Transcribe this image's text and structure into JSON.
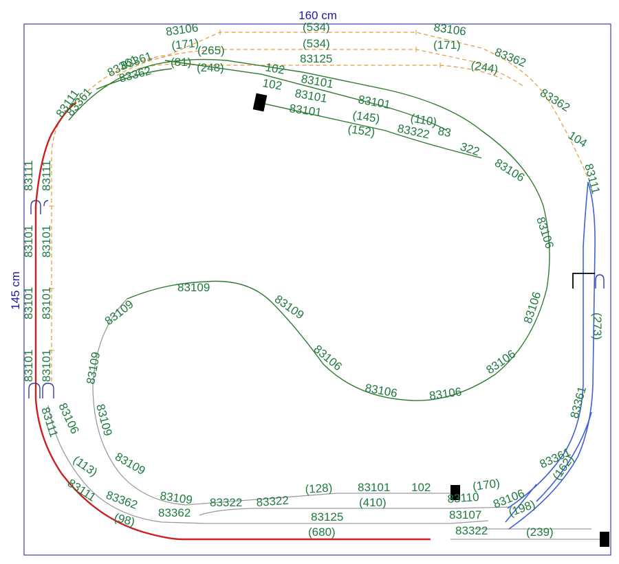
{
  "board": {
    "width_label": "160 cm",
    "height_label": "145 cm"
  },
  "colors": {
    "border": "#4b4bb0",
    "dimension_text": "#1a1aa8",
    "label_text": "#1f7a3f",
    "red_track": "#cc1f1f",
    "green_track": "#2f7a2f",
    "gray_track": "#9a9a9a",
    "blue_track": "#3d5fd6",
    "orange_track": "#e39a3a",
    "bumper": "#000000"
  },
  "labels": {
    "top_83106_left": "83106",
    "top_534_a": "(534)",
    "top_83106_right": "83106",
    "top_171_left": "(171)",
    "top_265": "(265)",
    "top_534_b": "(534)",
    "top_171_right": "(171)",
    "top_83361_a": "83361",
    "top_83361_b": "83361",
    "top_83125": "83125",
    "top_83362_right": "83362",
    "top_83362_left": "83362",
    "top_81": "(81)",
    "top_248": "(248)",
    "top_244": "(244)",
    "top_102_a": "102",
    "top_83101_a": "83101",
    "top_83111_left": "83111",
    "top_83361_c": "83361",
    "top_102_b": "102",
    "top_83101_b": "83101",
    "top_83101_c": "83101",
    "top_83362_far": "83362",
    "top_83101_d": "83101",
    "top_145": "(145)",
    "top_110": "(110)",
    "top_83_cut": "83",
    "top_152": "(152)",
    "top_83322": "83322",
    "top_322_cut": "322",
    "right_104": "104",
    "left_83111_a": "83111",
    "left_83111_b": "83111",
    "right_83106_a": "83106",
    "right_83111": "83111",
    "left_83101_a": "83101",
    "left_83101_b": "83101",
    "right_83106_b": "83106",
    "left_83101_c": "83101",
    "left_83101_d": "83101",
    "mid_83109_top": "83109",
    "mid_83109_left": "83109",
    "mid_83109_right": "83109",
    "right_83106_c": "83106",
    "right_273": "(273)",
    "left_83101_e": "83101",
    "left_83101_f": "83101",
    "mid_83106_a": "83106",
    "mid_83109_side": "83109",
    "right_83106_d": "83106",
    "mid_83106_b": "83106",
    "mid_83106_c": "83106",
    "left_83111_c": "83111",
    "left_83106": "83106",
    "mid_83109_low": "83109",
    "right_83361_cut": "83361",
    "mid_83109_bottom": "83109",
    "bot_113": "(113)",
    "right_83361": "83361",
    "right_162": "(162)",
    "bot_128": "(128)",
    "bot_83101": "83101",
    "bot_102": "102",
    "bot_170": "(170)",
    "bot_83111": "83111",
    "bot_83362_a": "83362",
    "bot_83109": "83109",
    "bot_83322_a": "83322",
    "bot_83322_b": "83322",
    "bot_410": "(410)",
    "bot_83110": "83110",
    "bot_83106": "83106",
    "bot_198": "(198)",
    "bot_83362_b": "83362",
    "bot_98": "(98)",
    "bot_83125": "83125",
    "bot_83107": "83107",
    "bot_680": "(680)",
    "bot_83322_c": "83322",
    "bot_239": "(239)"
  }
}
